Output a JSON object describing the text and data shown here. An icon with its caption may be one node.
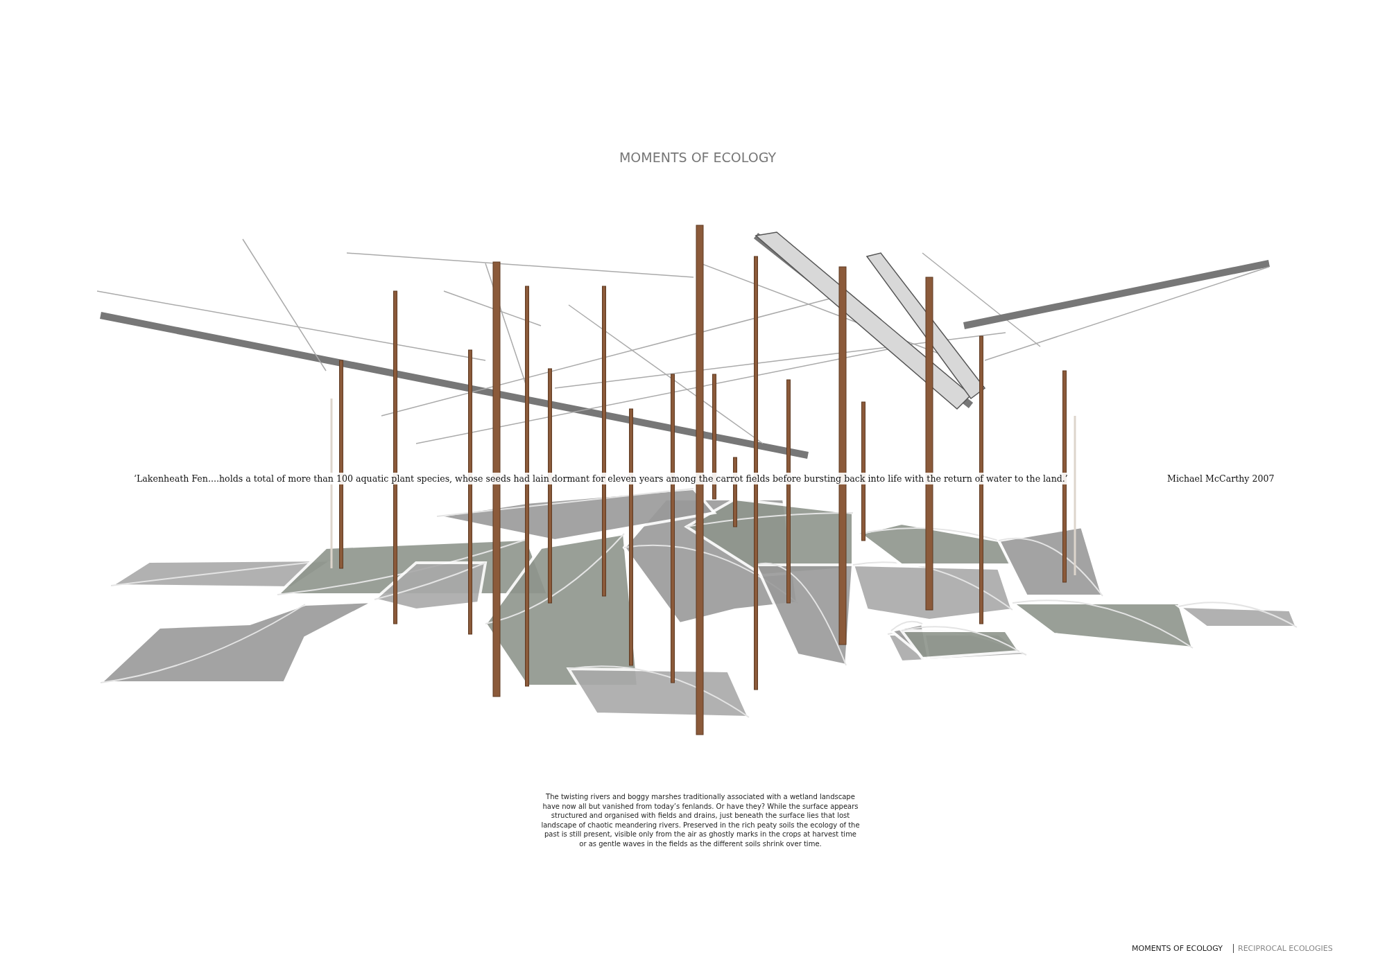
{
  "diagram": {
    "title": "MOMENTS OF ECOLOGY",
    "labels": [
      "‘Lakenheath Fen....holds a total of more than 100 aquatic plant species, whose seeds had lain dormant for eleven years among the carrot fields before bursting back into life with the return of water to the land.’",
      "Michael McCarthy 2007",
      "The twisting rivers and boggy marshes traditionally associated with a wetland landscape have now all but vanished from today’s fenlands. Or have they? While the surface appears structured and organised with fields and drains, just beneath the surface lies that lost landscape of chaotic meandering rivers. Preserved in the rich peaty soils the ecology of the past is still present, visible only from the air as ghostly marks in the crops at harvest time or as gentle waves in the fields as the different soils shrink over time.",
      "MOMENTS OF ECOLOGY",
      "RECIPROCAL ECOLOGIES"
    ]
  }
}
